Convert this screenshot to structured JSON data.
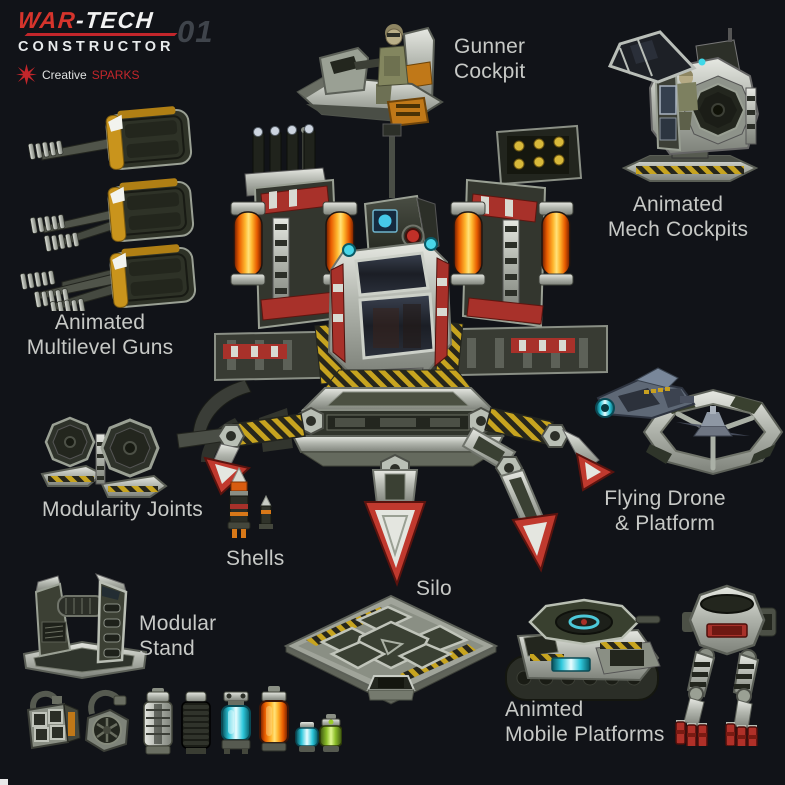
{
  "header": {
    "logo_war": "WAR",
    "logo_tech": "-TECH",
    "logo_sub": "CONSTRUCTOR",
    "logo_number": "01",
    "brand_prefix": "Creative",
    "brand_suffix": "SPARKS"
  },
  "labels": {
    "gunner_cockpit": [
      "Gunner",
      "Cockpit"
    ],
    "mech_cockpits": [
      "Animated",
      "Mech Cockpits"
    ],
    "multilevel_guns": [
      "Animated",
      "Multilevel Guns"
    ],
    "modularity_joints": [
      "Modularity Joints"
    ],
    "shells": [
      "Shells"
    ],
    "silo": [
      "Silo"
    ],
    "flying_drone": [
      "Flying Drone",
      "& Platform"
    ],
    "modular_stand": [
      "Modular",
      "Stand"
    ],
    "mobile_platforms": [
      "Animted",
      "Mobile Platforms"
    ]
  },
  "colors": {
    "background": "#111318",
    "label_text": "#c7c9c6",
    "brand_red": "#d6342c",
    "number_gray": "#3f444b",
    "hazard_yellow": "#c7a41f",
    "glow_orange": "#ff8a00",
    "glow_cyan": "#3fd8e8",
    "glow_green": "#9acb2e",
    "accent_red": "#a8312a"
  }
}
